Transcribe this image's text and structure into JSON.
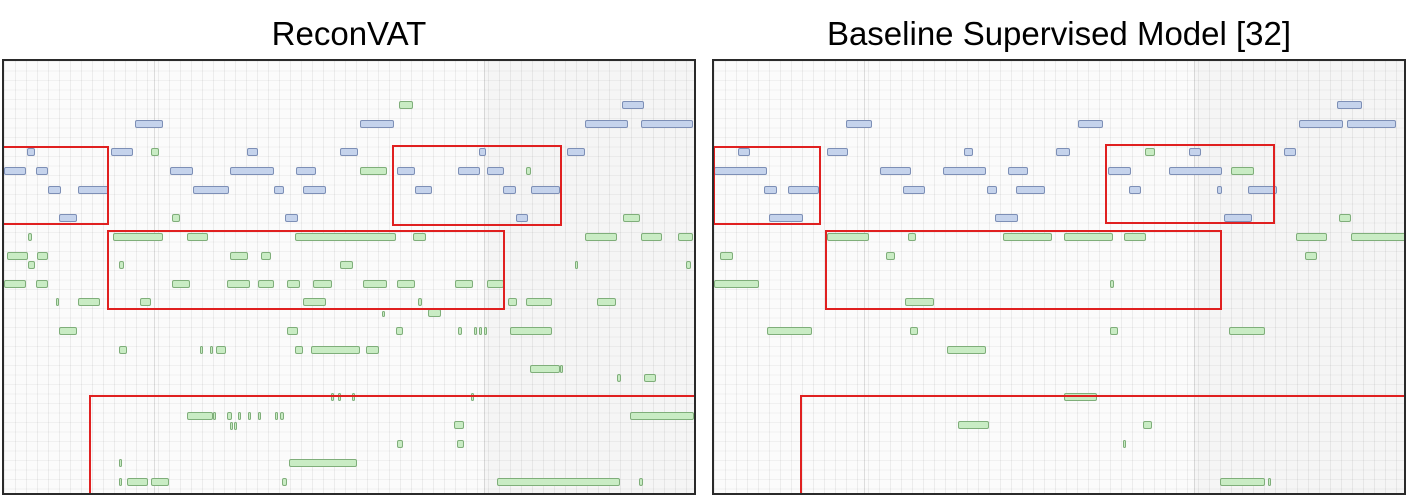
{
  "panels": [
    {
      "id": "reconvat",
      "title": "ReconVAT"
    },
    {
      "id": "baseline",
      "title": "Baseline Supervised Model [32]"
    }
  ],
  "colors": {
    "predicted_note_blue": "#c5d3ec",
    "predicted_note_green": "#c9ecc4",
    "highlight_box": "#e02020",
    "panel_border": "#2a2a2a"
  }
}
